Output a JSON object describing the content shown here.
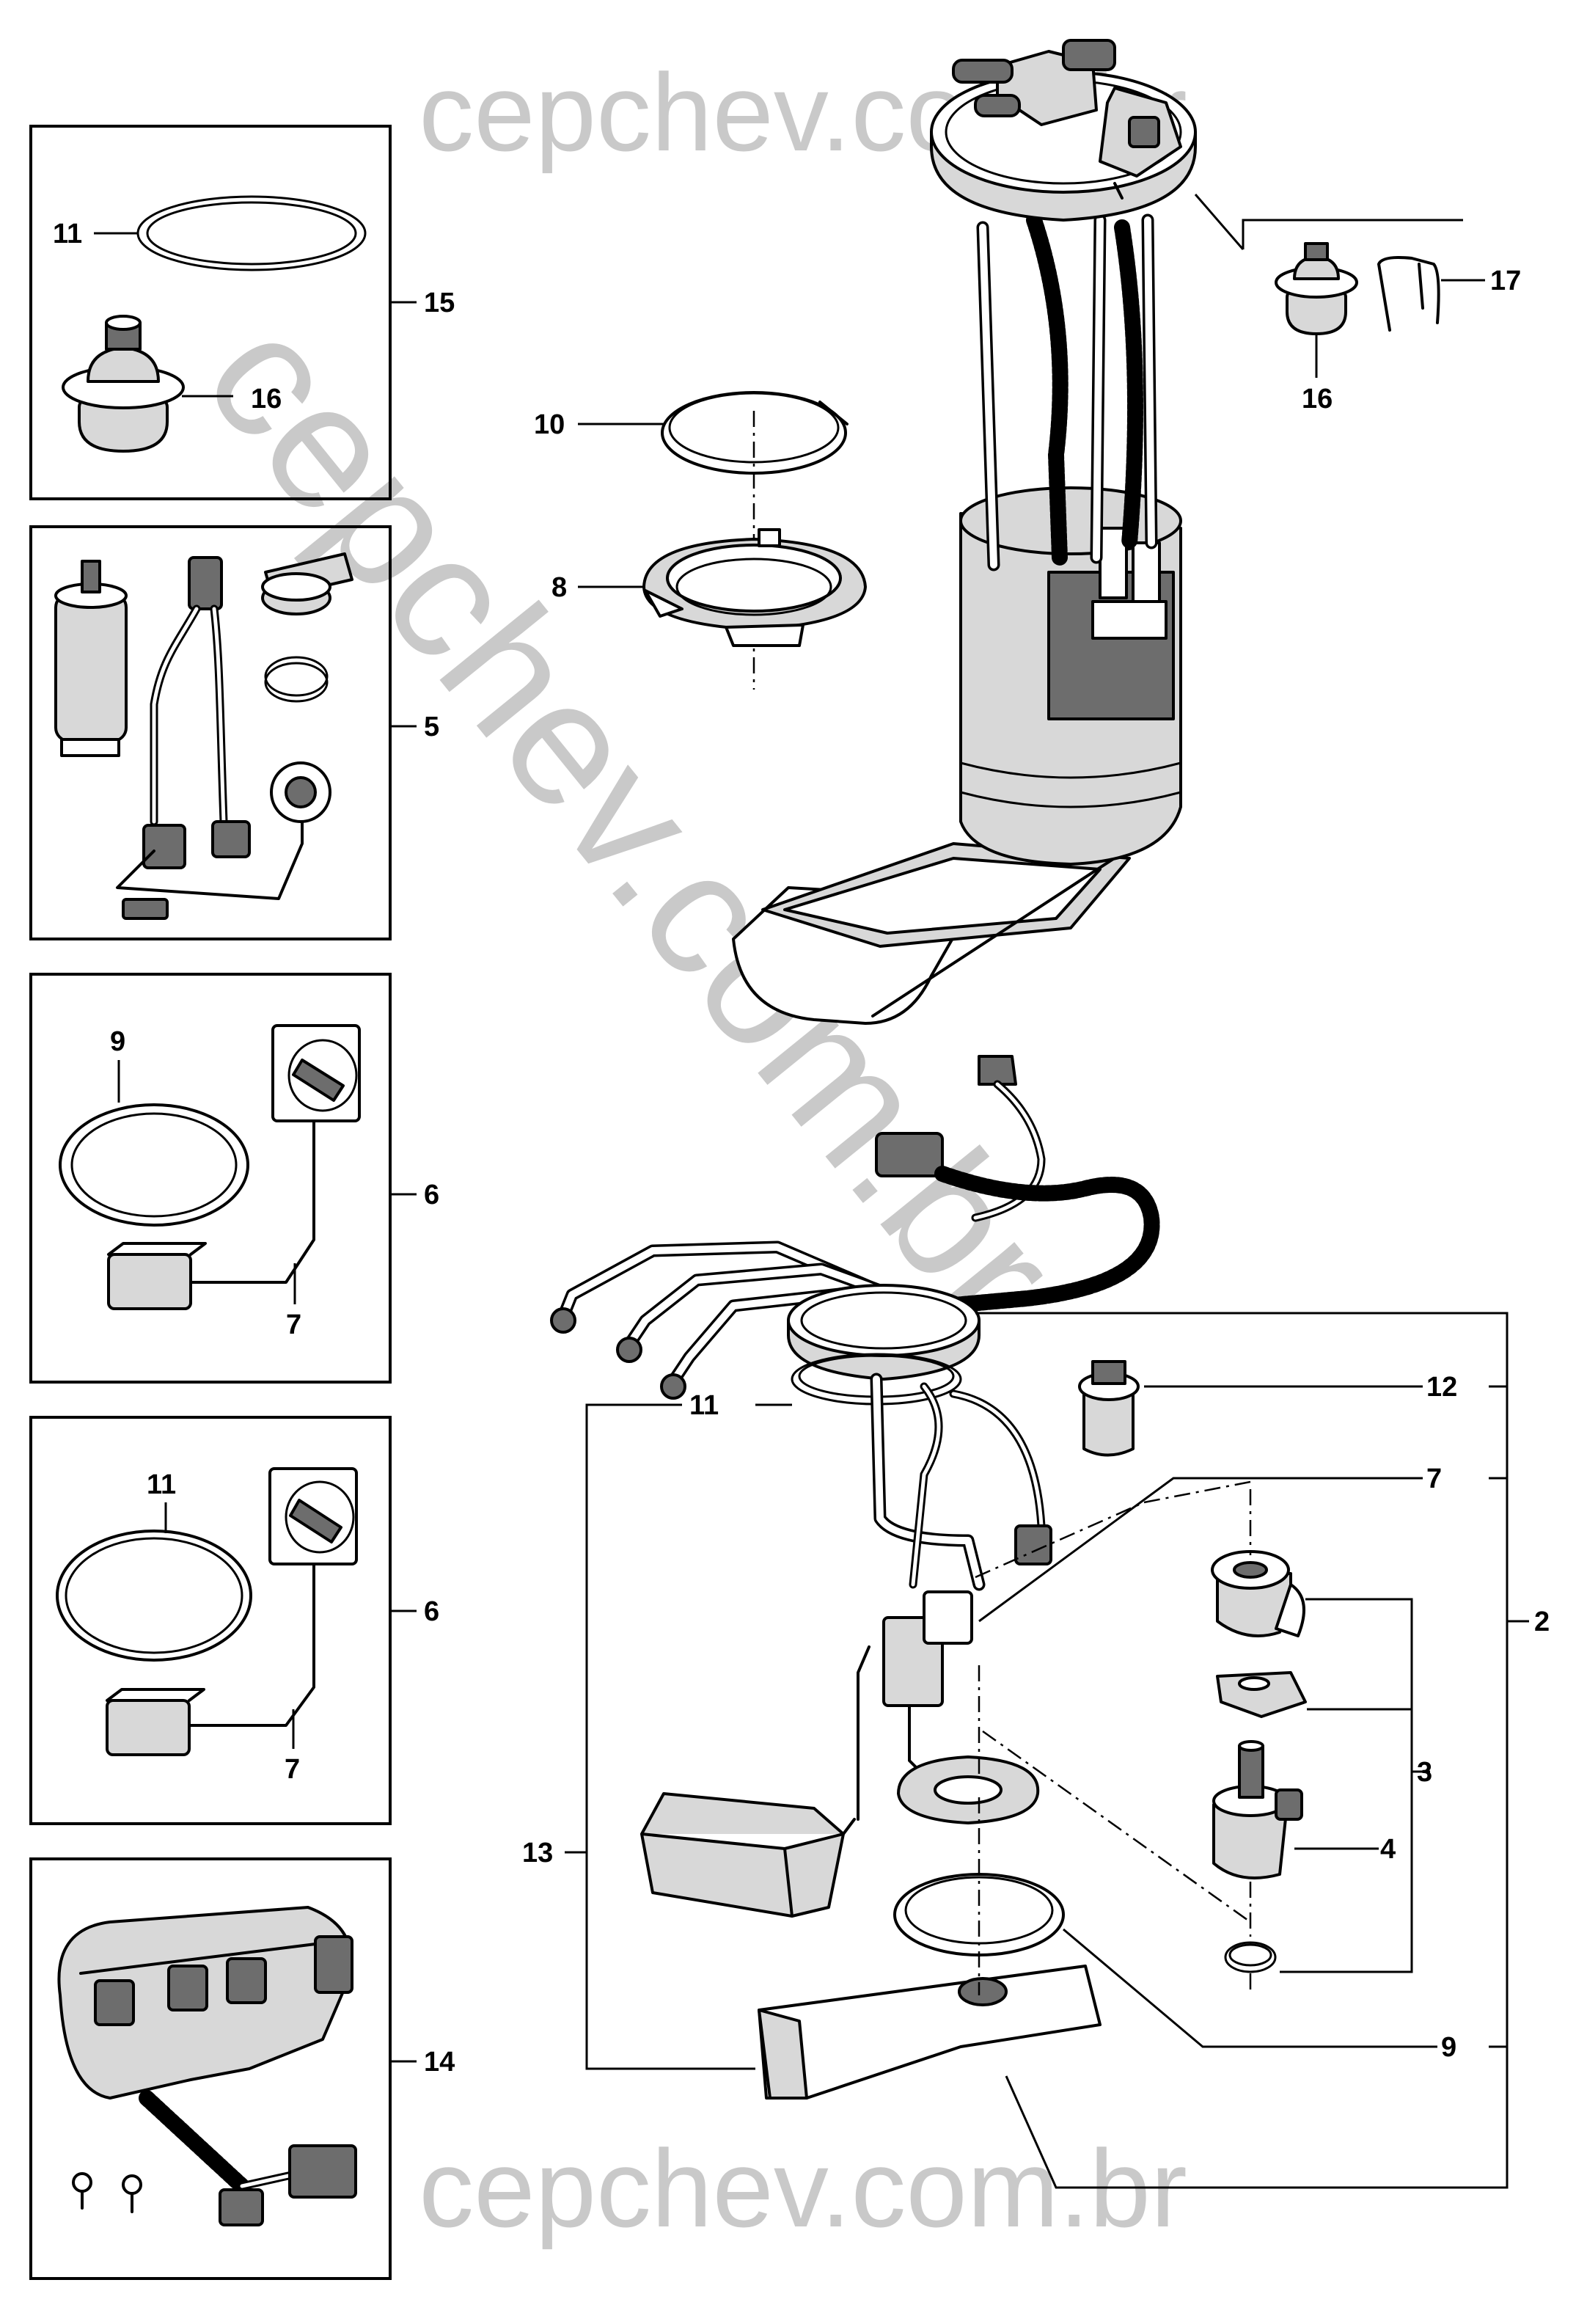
{
  "watermark": {
    "top": "cepchev.com.br",
    "bottom": "cepchev.com.br",
    "diagonal": "cepchev.com.br"
  },
  "callouts": {
    "panel1": {
      "ring": "11",
      "kit": "15",
      "regulator": "16"
    },
    "panel2": {
      "kit": "5"
    },
    "panel3": {
      "seal": "9",
      "sender": "7",
      "kit": "6"
    },
    "panel4": {
      "ring": "11",
      "sender": "7",
      "kit": "6"
    },
    "panel5": {
      "kit": "14"
    },
    "main": {
      "retainer_ring": "10",
      "cam_lock": "8",
      "regulator": "16",
      "clip": "17",
      "oring": "11",
      "filter": "12",
      "sender_mount": "7",
      "assembly": "2",
      "group": "3",
      "pump": "4",
      "seal": "9",
      "module": "13"
    }
  }
}
